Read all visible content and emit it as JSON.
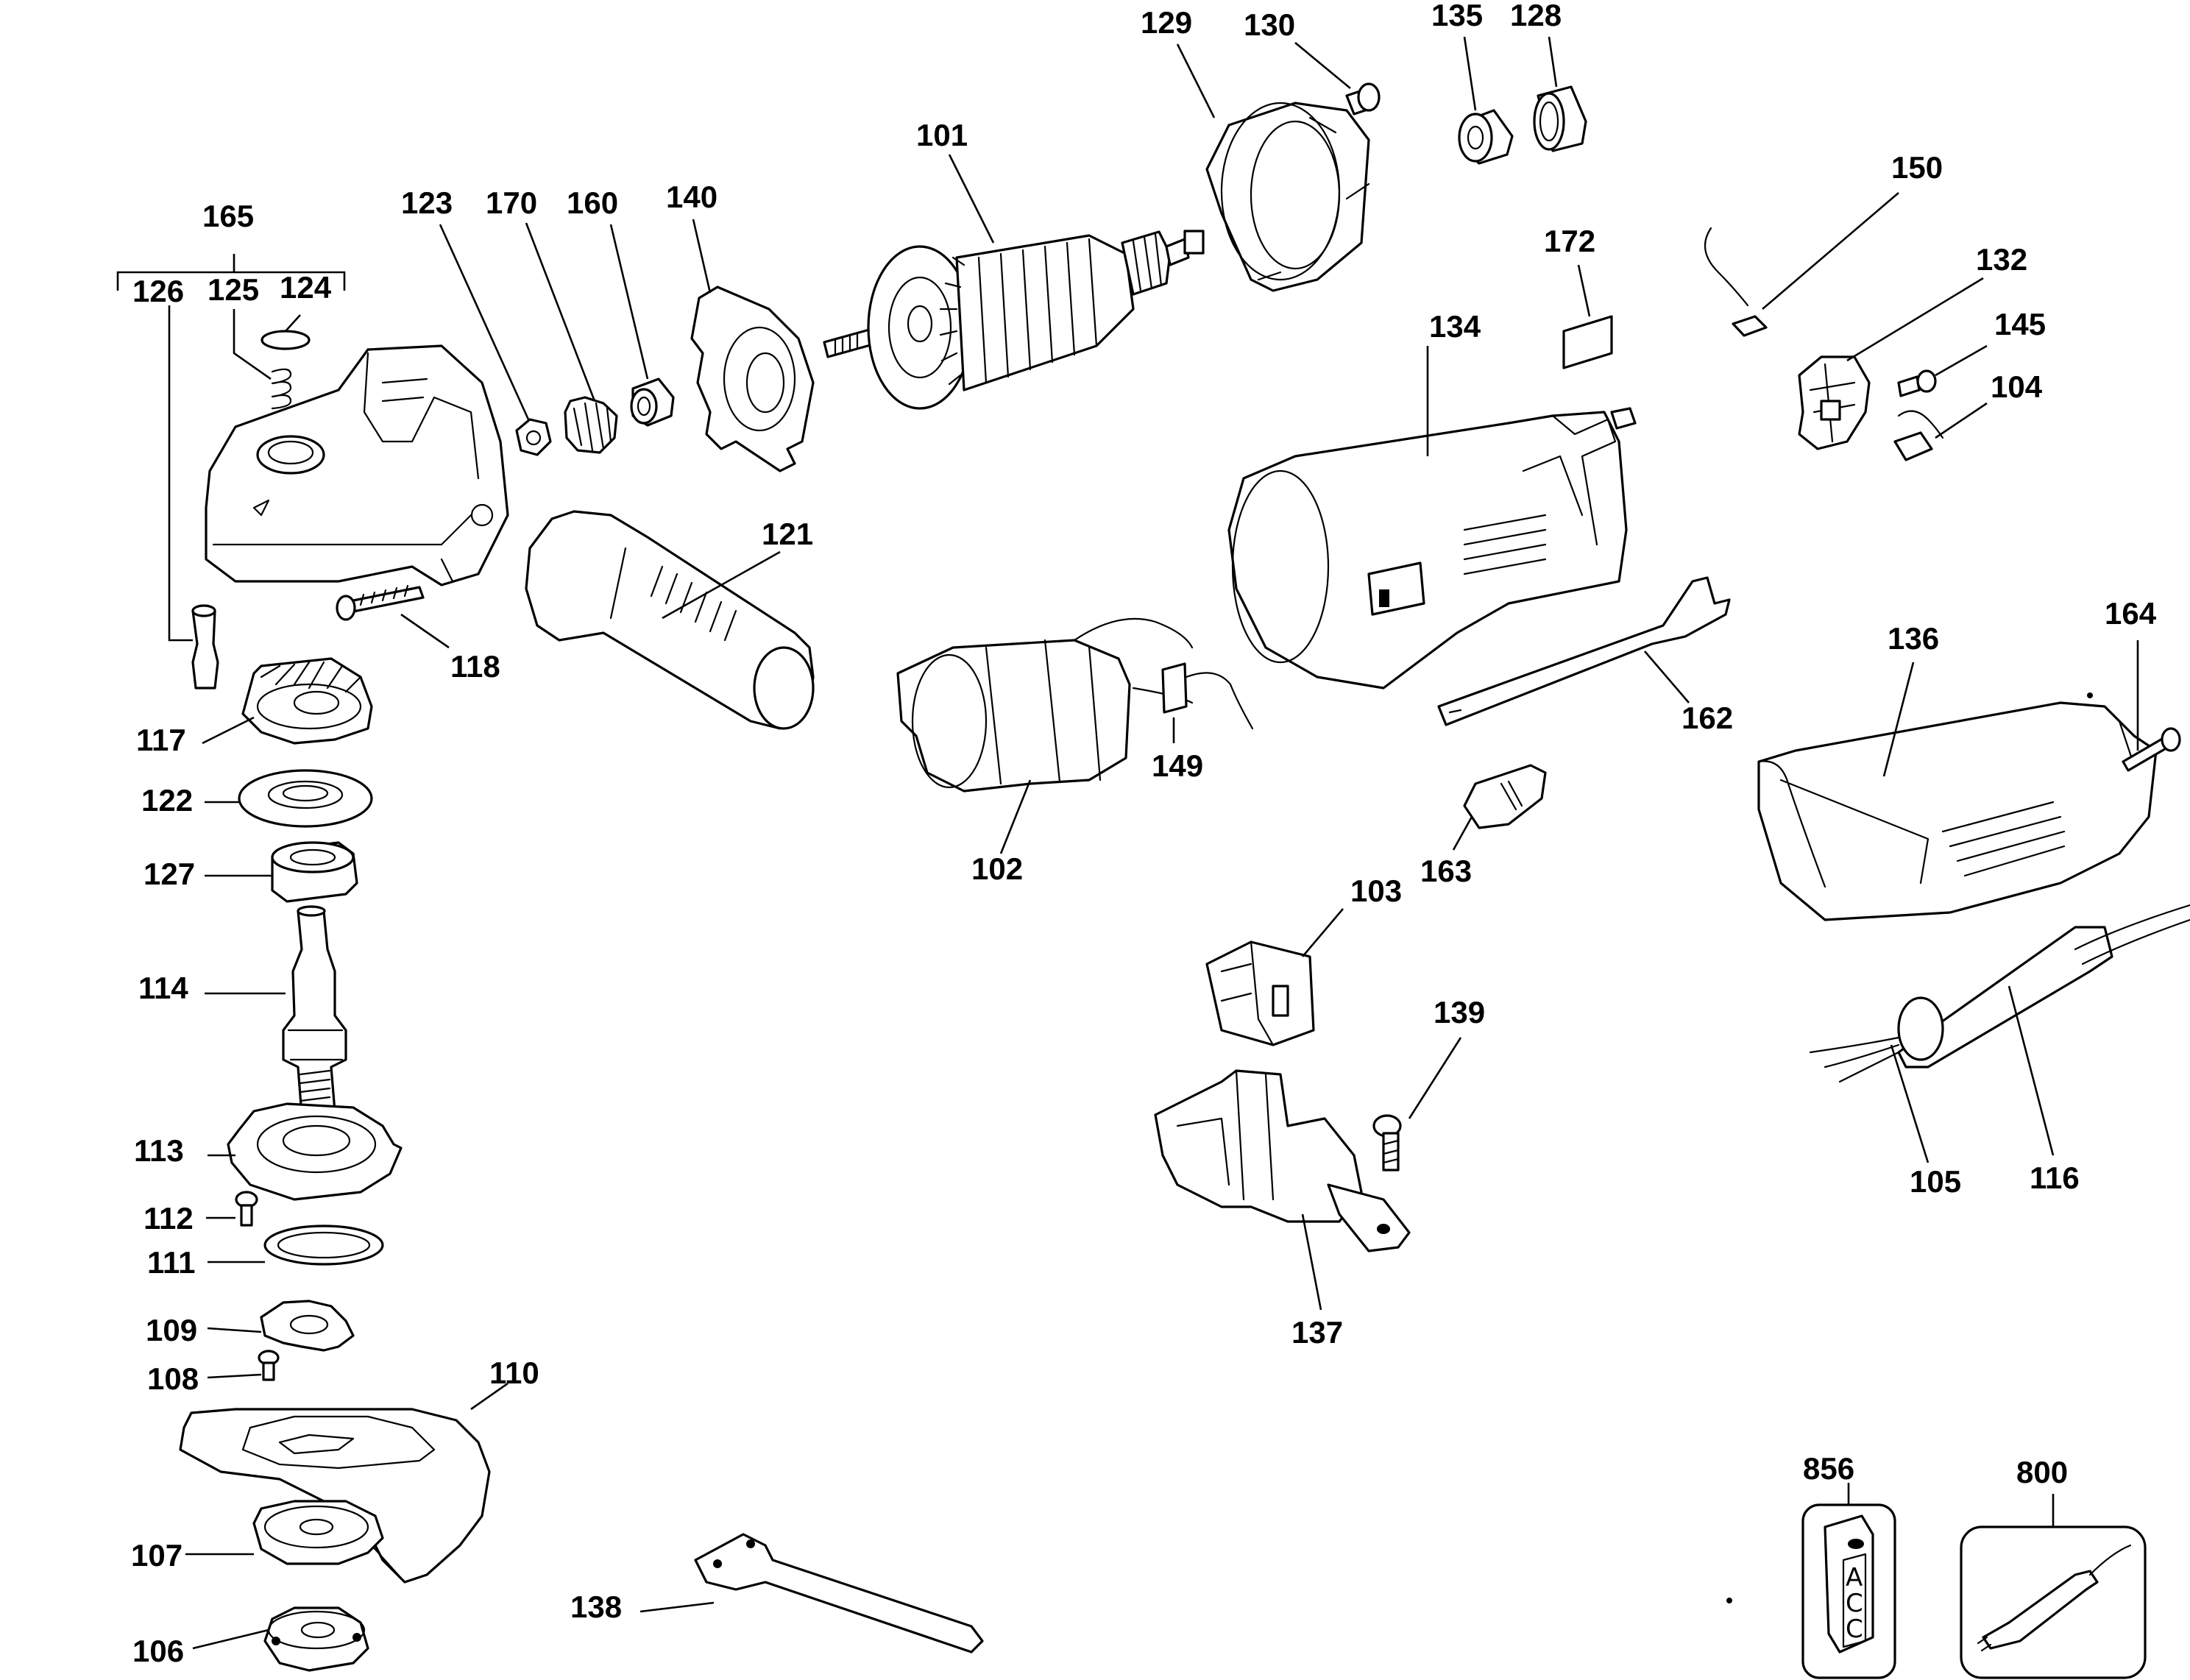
{
  "labels": {
    "l101": "101",
    "l102": "102",
    "l103": "103",
    "l104": "104",
    "l105": "105",
    "l106": "106",
    "l107": "107",
    "l108": "108",
    "l109": "109",
    "l110": "110",
    "l111": "111",
    "l112": "112",
    "l113": "113",
    "l114": "114",
    "l116": "116",
    "l117": "117",
    "l118": "118",
    "l121": "121",
    "l122": "122",
    "l123": "123",
    "l124": "124",
    "l125": "125",
    "l126": "126",
    "l127": "127",
    "l128": "128",
    "l129": "129",
    "l130": "130",
    "l132": "132",
    "l134": "134",
    "l135": "135",
    "l136": "136",
    "l137": "137",
    "l138": "138",
    "l139": "139",
    "l140": "140",
    "l145": "145",
    "l149": "149",
    "l150": "150",
    "l160": "160",
    "l162": "162",
    "l163": "163",
    "l164": "164",
    "l165": "165",
    "l170": "170",
    "l172": "172",
    "l800": "800",
    "l856": "856"
  },
  "acc_text": [
    "A",
    "C",
    "C"
  ]
}
